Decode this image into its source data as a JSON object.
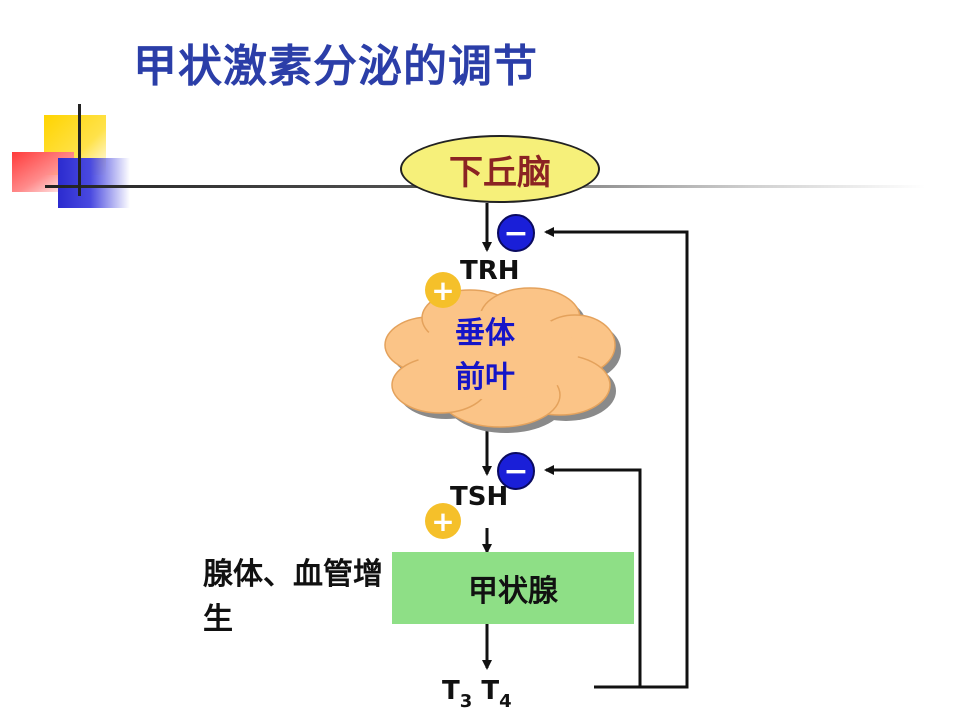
{
  "title": "甲状激素分泌的调节",
  "nodes": {
    "hypothalamus": "下丘脑",
    "pituitary": "垂体\n前叶",
    "thyroid": "甲状腺"
  },
  "hormones": {
    "trh": "TRH",
    "tsh": "TSH",
    "t3": "3",
    "t4": "4",
    "t_letter": "T"
  },
  "side_note": "腺体、血管增生",
  "signs": {
    "minus": "−",
    "plus": "+"
  },
  "colors": {
    "title": "#2b3ea8",
    "oval_fill": "#f6f07a",
    "oval_text": "#8b2323",
    "cloud_fill": "#fbc487",
    "cloud_text": "#1515c8",
    "gland_fill": "#8edf86",
    "minus_badge": "#1a1fd8",
    "plus_badge": "#f5c02a"
  }
}
